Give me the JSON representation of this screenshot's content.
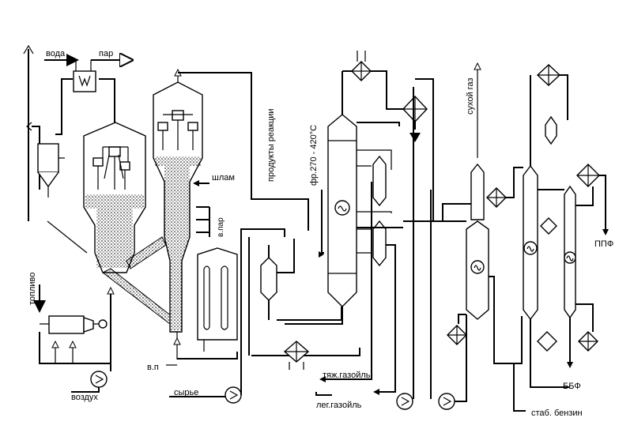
{
  "labels": {
    "voda": "вода",
    "par": "пар",
    "toplivo": "топливо",
    "vozduh": "воздух",
    "produkty": "продукты реакции",
    "shlam": "шлам",
    "vpar": "в.пар",
    "fr": "фр.270 - 420°С",
    "suhoy_gaz": "сухой газ",
    "tyazh": "тяж.газойль",
    "leg": "лег.газойль",
    "vp": "в.п",
    "syrye": "сырье",
    "ppf": "ППФ",
    "bbf": "ББФ",
    "stab": "стаб. бензин"
  }
}
